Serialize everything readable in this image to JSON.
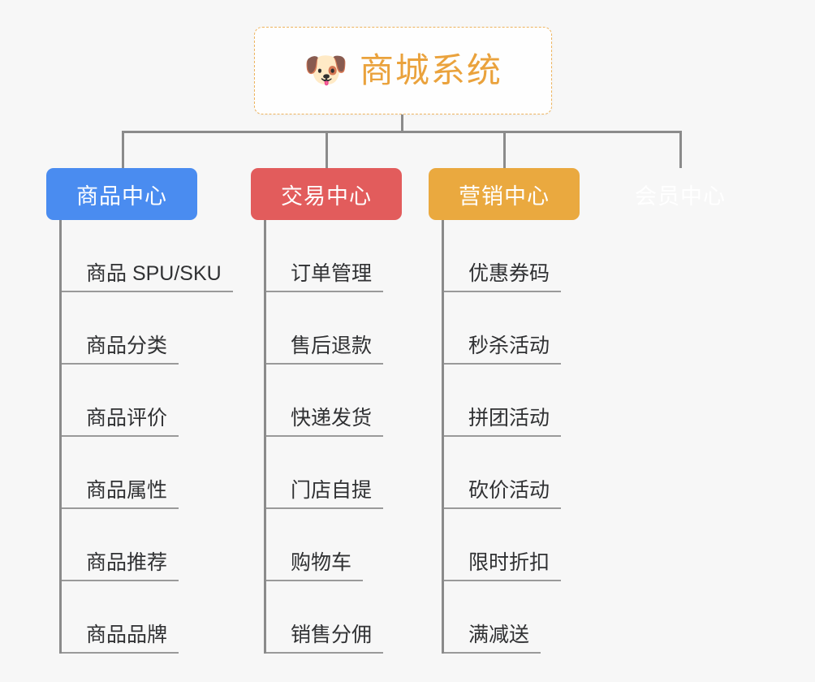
{
  "root": {
    "icon": "shiba-dog-face-emoji",
    "emoji": "🐶",
    "title": "商城系统",
    "title_color": "#eaa23c",
    "border_color": "#eeb45e"
  },
  "canvas": {
    "background": "#f7f7f7",
    "connector_color": "#8b8b8b"
  },
  "categories": [
    {
      "label": "商品中心",
      "color": "#4a8cf0",
      "items": [
        {
          "label": "商品 SPU/SKU"
        },
        {
          "label": "商品分类"
        },
        {
          "label": "商品评价"
        },
        {
          "label": "商品属性"
        },
        {
          "label": "商品推荐"
        },
        {
          "label": "商品品牌"
        }
      ]
    },
    {
      "label": "交易中心",
      "color": "#e25c5c",
      "items": [
        {
          "label": "订单管理"
        },
        {
          "label": "售后退款"
        },
        {
          "label": "快递发货"
        },
        {
          "label": "门店自提"
        },
        {
          "label": "购物车"
        },
        {
          "label": "销售分佣"
        }
      ]
    },
    {
      "label": "营销中心",
      "color": "#eaa93f",
      "items": [
        {
          "label": "优惠券码"
        },
        {
          "label": "秒杀活动"
        },
        {
          "label": "拼团活动"
        },
        {
          "label": "砍价活动"
        },
        {
          "label": "限时折扣"
        },
        {
          "label": "满减送"
        }
      ]
    },
    {
      "label": "会员中心",
      "color": "#78c council"
    }
  ]
}
